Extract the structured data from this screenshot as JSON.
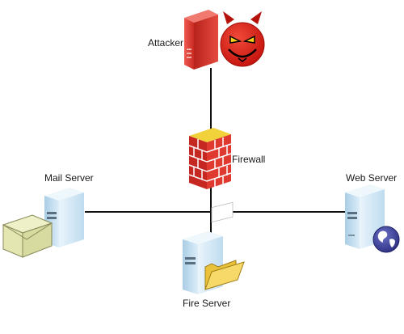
{
  "nodes": {
    "attacker": {
      "label": "Attacker",
      "icon": "devil-face-icon"
    },
    "firewall": {
      "label": "Firewall",
      "icon": "brick-wall-icon"
    },
    "mail_server": {
      "label": "Mail Server",
      "icon": "envelope-icon"
    },
    "web_server": {
      "label": "Web Server",
      "icon": "globe-icon"
    },
    "file_server": {
      "label": "Fire Server",
      "icon": "folder-icon"
    }
  },
  "colors": {
    "attacker_server": "#d8342c",
    "devil_face": "#e2261c",
    "firewall_brick": "#d42a24",
    "firewall_top": "#f2d23a",
    "server": "#cfe6f5",
    "line": "#111111",
    "envelope": "#e4e6b2",
    "globe": "#3b3f9a",
    "folder": "#f3d65c"
  }
}
